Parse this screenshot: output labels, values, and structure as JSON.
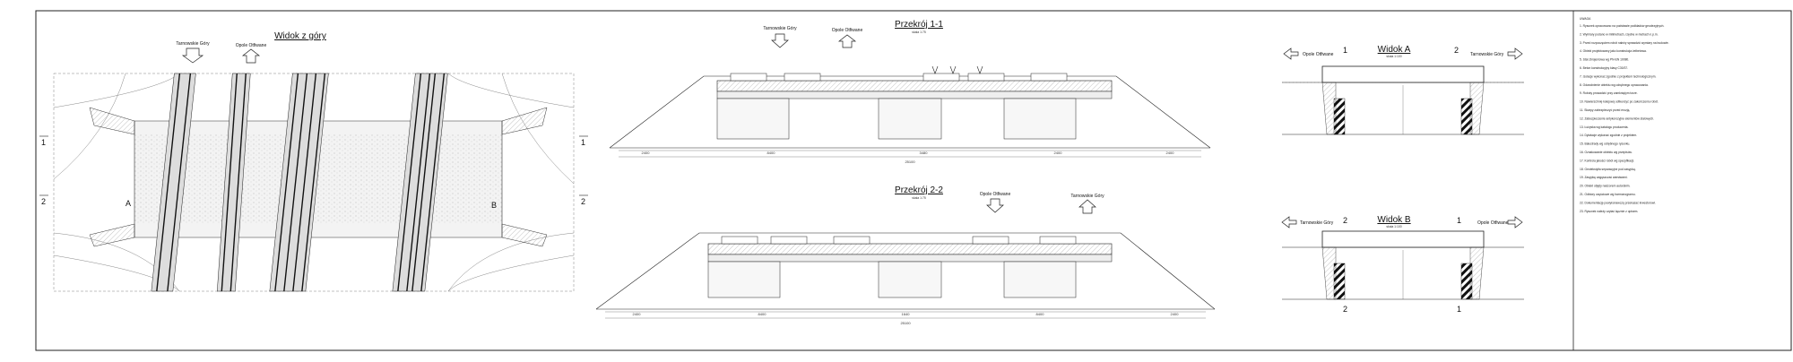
{
  "views": {
    "top": {
      "title": "Widok z góry"
    },
    "section1": {
      "title": "Przekrój 1-1",
      "scale": "skala 1:75"
    },
    "section2": {
      "title": "Przekrój 2-2",
      "scale": "skala 1:75"
    },
    "viewA": {
      "title": "Widok A",
      "scale": "skala 1:100"
    },
    "viewB": {
      "title": "Widok B",
      "scale": "skala 1:100"
    }
  },
  "directions": {
    "tarnowskie": "Tarnowskie Góry",
    "opole": "Opole Otfiwane"
  },
  "markers": {
    "a": "A",
    "b": "B",
    "s1": "1",
    "s2": "2",
    "l1": "1",
    "r2": "2",
    "l2": "2",
    "r1": "1",
    "b2": "2",
    "b1": "1"
  },
  "dimensions": {
    "s1": [
      "2400",
      "8400",
      "3480",
      "2400",
      "2400"
    ],
    "s1_total": "25100",
    "s2": [
      "2400",
      "8400",
      "1640",
      "8400",
      "2400"
    ],
    "s2_total": "25100"
  },
  "notes": {
    "heading": "UWAGA",
    "lines": [
      "1. Rysunek opracowano na podstawie podkładów geodezyjnych.",
      "2. Wymiary podano w milimetrach, rzędne w metrach n.p.m.",
      "3. Przed rozpoczęciem robót należy sprawdzić wymiary na budowie.",
      "4. Obiekt projektowany jako konstrukcja żelbetowa.",
      "5. Stal zbrojeniowa wg PN-EN 10080.",
      "6. Beton konstrukcyjny klasy C30/37.",
      "7. Izolacje wykonać zgodnie z projektem technologicznym.",
      "8. Odwodnienie obiektu wg odrębnego opracowania.",
      "9. Roboty prowadzić przy zamkniętym torze.",
      "10. Nawierzchnię kolejową odtworzyć po zakończeniu robót.",
      "11. Skarpy zabezpieczyć przed erozją.",
      "12. Zabezpieczenie antykorozyjne elementów stalowych.",
      "13. Łożyska wg katalogu producenta.",
      "14. Dylatacje wykonać zgodnie z projektem.",
      "15. Balustrady wg odrębnego rysunku.",
      "16. Oznakowanie obiektu wg przepisów.",
      "17. Kontrola jakości robót wg specyfikacji.",
      "18. Geotekstylia separacyjne pod zasypką.",
      "19. Zasypkę zagęszczać warstwami.",
      "20. Obiekt objęty nadzorem autorskim.",
      "21. Odbiory częściowe wg harmonogramu.",
      "22. Dokumentację powykonawczą przekazać inwestorowi.",
      "23. Rysunek należy czytać łącznie z opisem."
    ]
  }
}
